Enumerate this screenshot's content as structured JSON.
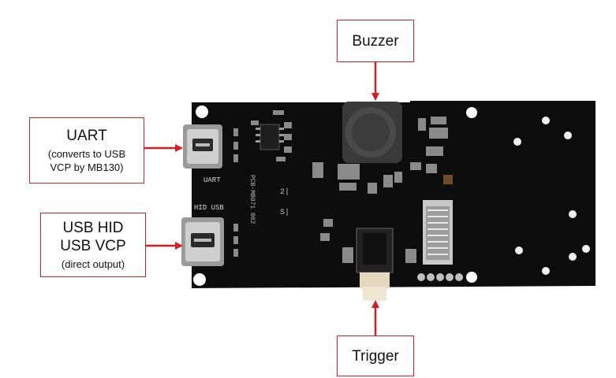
{
  "labels": {
    "buzzer": {
      "title": "Buzzer"
    },
    "uart": {
      "title": "UART",
      "sub_line1": "(converts to USB",
      "sub_line2": "VCP by MB130)"
    },
    "usb": {
      "title_line1": "USB HID",
      "title_line2": "USB VCP",
      "sub": "(direct output)"
    },
    "trigger": {
      "title": "Trigger"
    }
  },
  "silkscreen": {
    "uart_port": "UART",
    "hid_usb": "HID USB",
    "board_id": "PCB-MB071 002"
  },
  "colors": {
    "pcb": "#0d0d0d",
    "arrow": "#d21f26",
    "border": "#c0282d"
  }
}
